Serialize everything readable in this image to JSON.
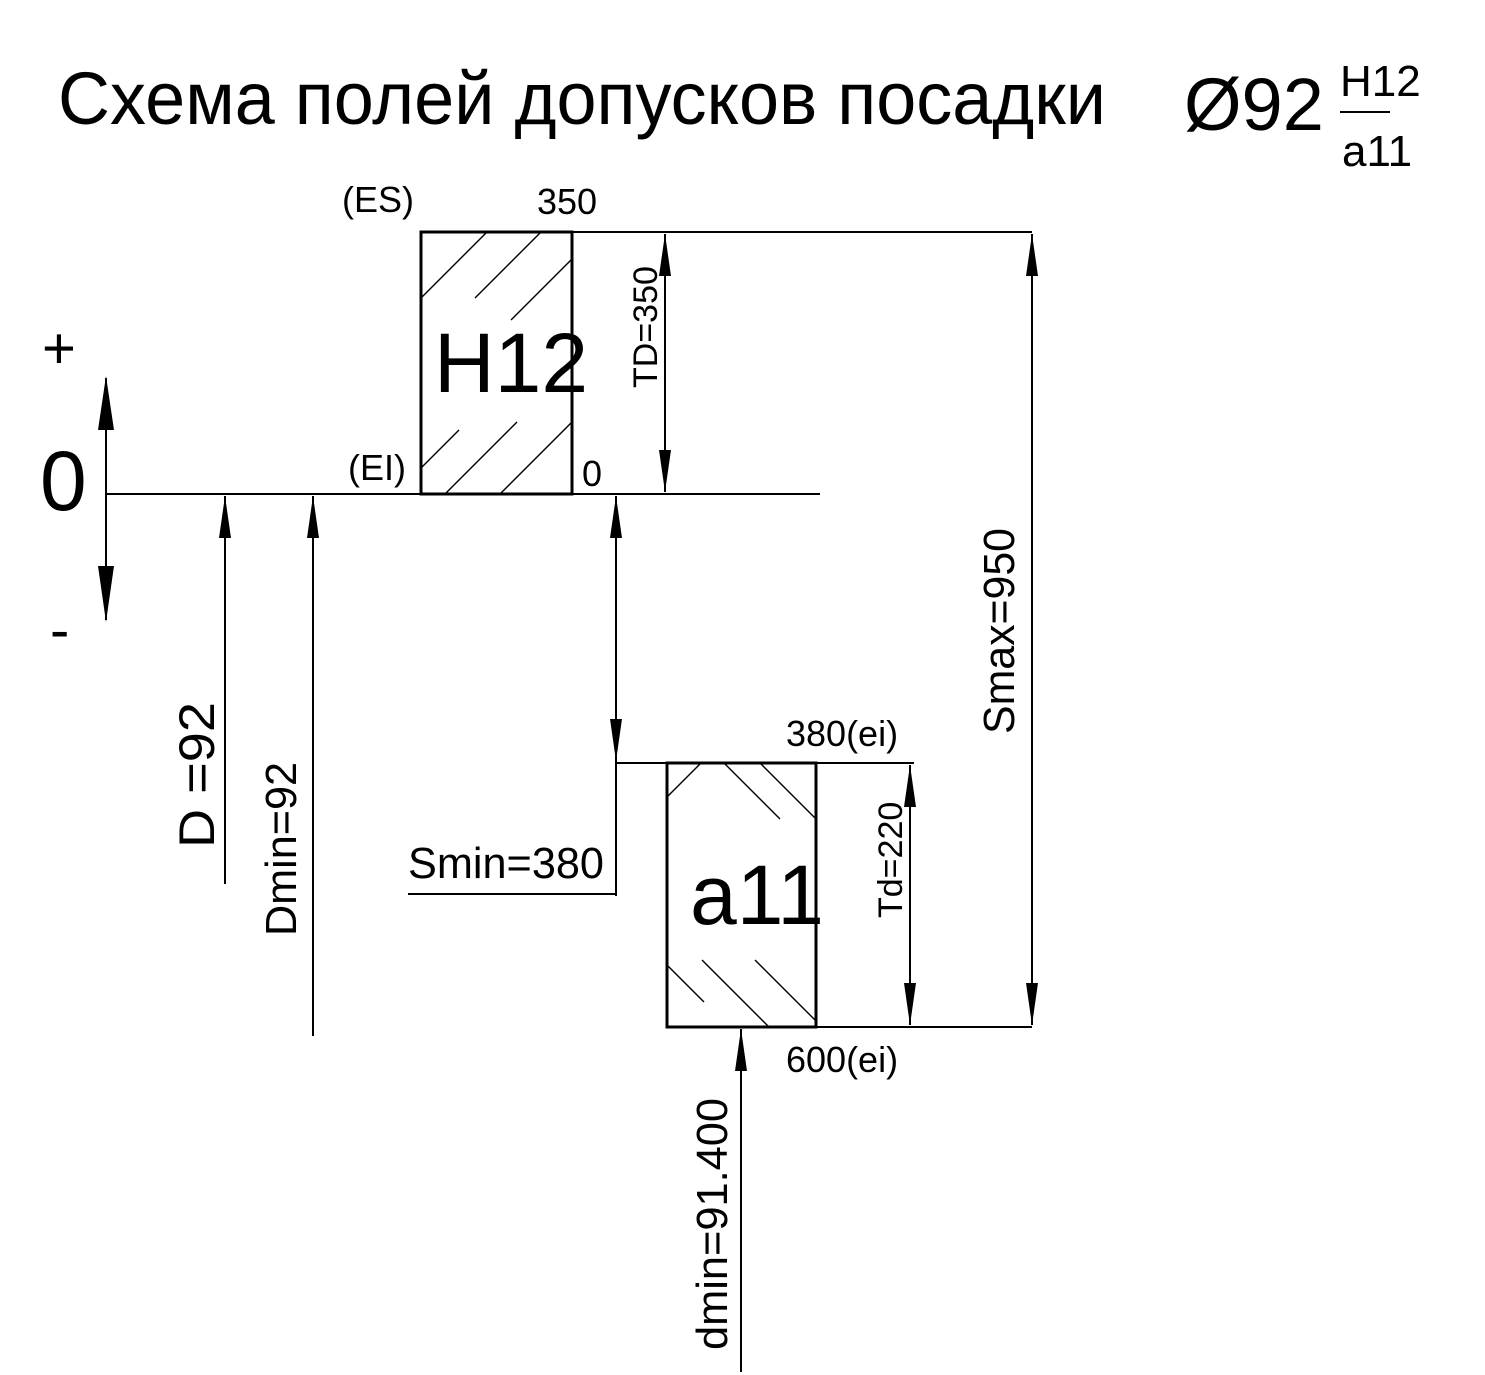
{
  "title": "Схема полей допусков посадки",
  "fit": {
    "nominal": "Ø92",
    "hole_field": "H12",
    "shaft_field": "a11"
  },
  "axis": {
    "plus": "+",
    "zero": "0",
    "minus": "-"
  },
  "hole": {
    "name": "H12",
    "es_label": "(ES)",
    "es_value": "350",
    "ei_label": "(EI)",
    "ei_value": "0",
    "tolerance": "TD=350"
  },
  "shaft": {
    "name": "a11",
    "upper": "380(ei)",
    "lower": "600(ei)",
    "tolerance": "Td=220"
  },
  "dimensions": {
    "nominal": "D =92",
    "dmin_hole": "Dmin=92",
    "smin": "Smin=380",
    "smax": "Smax=950",
    "dmin_shaft": "dmin=91.400"
  }
}
